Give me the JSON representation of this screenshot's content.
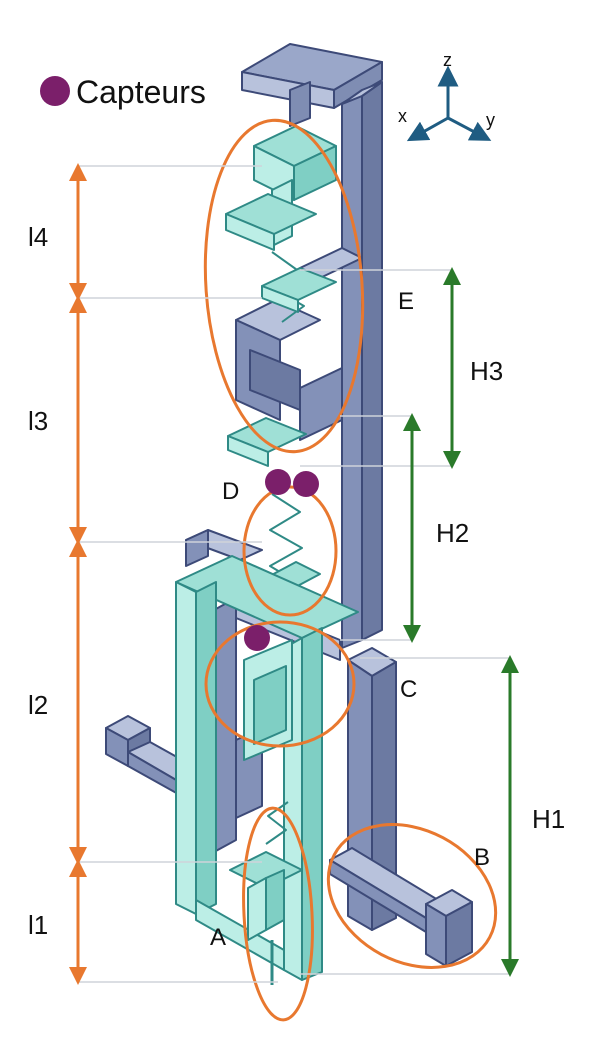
{
  "legend": {
    "label": "Capteurs",
    "marker_color": "#7b1f6a"
  },
  "axes": {
    "z": "z",
    "x": "x",
    "y": "y"
  },
  "dimensions": {
    "left": [
      "l4",
      "l3",
      "l2",
      "l1"
    ],
    "right": [
      "H3",
      "H2",
      "H1"
    ]
  },
  "points": [
    "A",
    "B",
    "C",
    "D",
    "E"
  ],
  "colors": {
    "primary_structure": "#9aa7c9",
    "primary_outline": "#3d4a78",
    "secondary_structure": "#9fe0d6",
    "secondary_outline": "#2f8a86",
    "ellipse": "#e8782f",
    "dim_left": "#e8782f",
    "dim_right": "#2a7a2a",
    "sensor": "#7b1f6a",
    "axis": "#1f5c82"
  }
}
